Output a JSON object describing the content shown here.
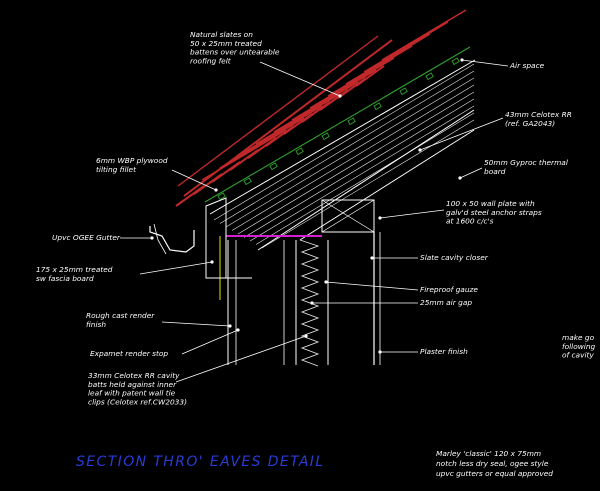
{
  "drawing": {
    "title": "SECTION THRO' EAVES DETAIL",
    "colors": {
      "background": "#000000",
      "slates": "#c0282a",
      "battens_felt": "#2fa12f",
      "insulation": "#e6e6e6",
      "structure": "#ffffff",
      "fascia": "#e6e600",
      "wall_plate": "#d020d0",
      "title": "#2a3cd6",
      "block": "#3a8ad0"
    },
    "labels": {
      "natural_slates": [
        "Natural slates on",
        "50 x 25mm treated",
        "battens over untearable",
        "roofing felt"
      ],
      "air_space": [
        "Air space"
      ],
      "celotex": [
        "43mm Celotex RR",
        "(ref. GA2043)"
      ],
      "plywood": [
        "6mm WBP plywood",
        "tilting fillet"
      ],
      "gyproc": [
        "50mm Gyproc thermal",
        "board"
      ],
      "wall_plate": [
        "100 x 50 wall plate with",
        "galv'd steel anchor straps",
        "at 1600 c/c's"
      ],
      "gutter": [
        "Upvc OGEE Gutter"
      ],
      "slate_closer": [
        "Slate cavity closer"
      ],
      "fascia": [
        "175 x 25mm treated",
        "sw fascia board"
      ],
      "fireproof": [
        "Fireproof gauze"
      ],
      "air_gap": [
        "25mm air gap"
      ],
      "render": [
        "Rough cast render",
        "finish"
      ],
      "expamet": [
        "Expamet render stop"
      ],
      "plaster": [
        "Plaster finish"
      ],
      "cavity_batts": [
        "33mm Celotex RR cavity",
        "batts held against inner",
        "leaf with patent wall tie",
        "clips (Celotex ref.CW2033)"
      ],
      "note_right": [
        "make go",
        "following",
        "of cavity"
      ],
      "gutter_note": [
        "Marley 'classic' 120 x 75mm",
        "notch less dry seal, ogee style",
        "upvc gutters or equal approved"
      ]
    }
  }
}
